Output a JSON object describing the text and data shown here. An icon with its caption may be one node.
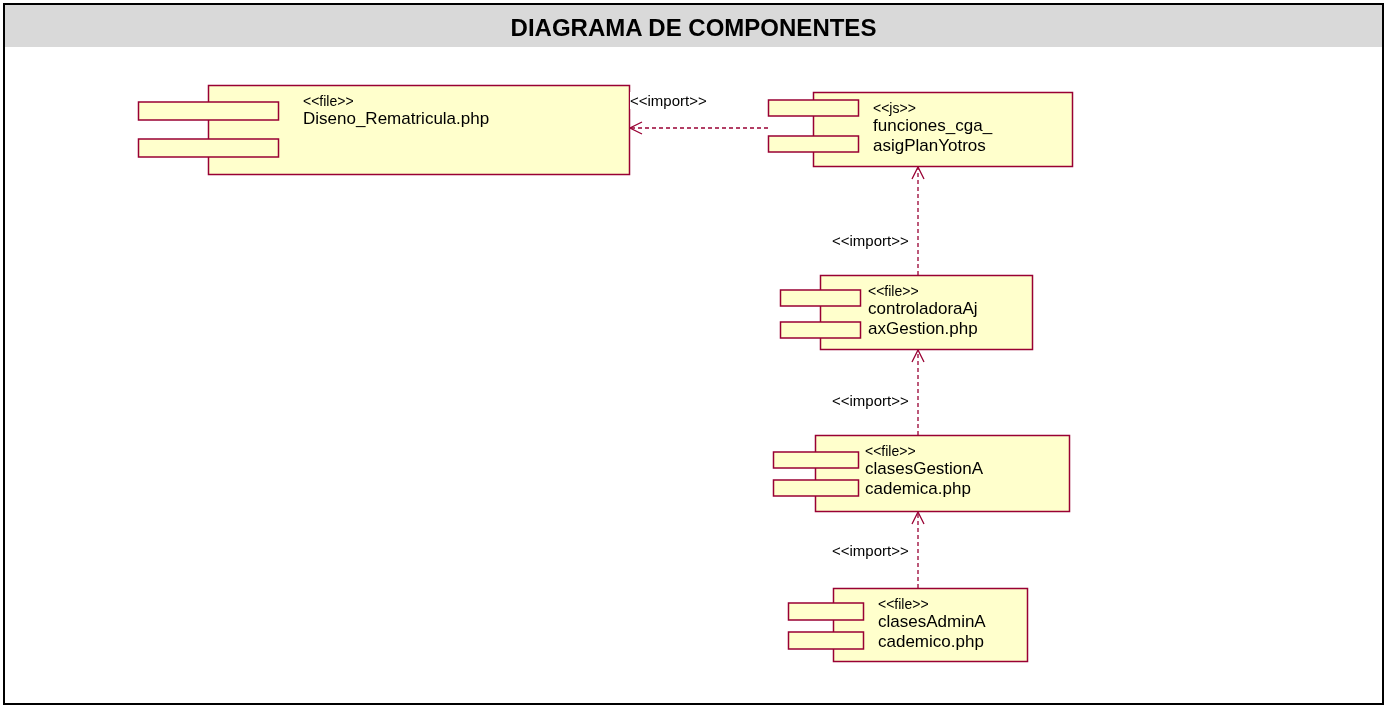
{
  "diagram": {
    "title": "DIAGRAMA DE COMPONENTES",
    "nodes": [
      {
        "text": [
          "<<file>>",
          "Diseno_Rematricula.php"
        ]
      },
      {
        "text": [
          "<<js>>",
          "funciones_cga_ asigPlanYotros"
        ]
      },
      {
        "text": [
          "<<file>>",
          "controladoraAj axGestion.php"
        ]
      },
      {
        "text": [
          "<<file>>",
          "clasesGestionA cademica.php"
        ]
      },
      {
        "text": [
          "<<file>>",
          "clasesAdminA cademico.php"
        ]
      }
    ],
    "edges": [
      {
        "from": 1,
        "to": 0,
        "arrow": "to",
        "label": "<<import>>",
        "style": "dashed"
      },
      {
        "from": 2,
        "to": 1,
        "arrow": "to",
        "label": "<<import>>",
        "style": "dashed"
      },
      {
        "from": 3,
        "to": 2,
        "arrow": "to",
        "label": "<<import>>",
        "style": "dashed"
      },
      {
        "from": 4,
        "to": 3,
        "arrow": "to",
        "label": "<<import>>",
        "style": "dashed"
      }
    ]
  }
}
